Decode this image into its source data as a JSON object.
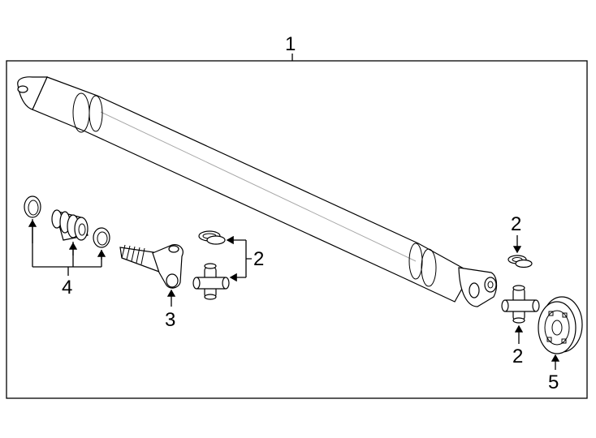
{
  "diagram": {
    "frame_color": "#000000",
    "background": "#ffffff",
    "callouts": {
      "c1": "1",
      "c2a": "2",
      "c2b": "2",
      "c2c": "2",
      "c3": "3",
      "c4": "4",
      "c5": "5"
    },
    "parts": [
      "drive-shaft-assembly",
      "u-joint-snap-ring",
      "universal-joint-cross",
      "slip-yoke",
      "boot-clamp",
      "dust-boot",
      "flex-coupler-flange"
    ]
  }
}
